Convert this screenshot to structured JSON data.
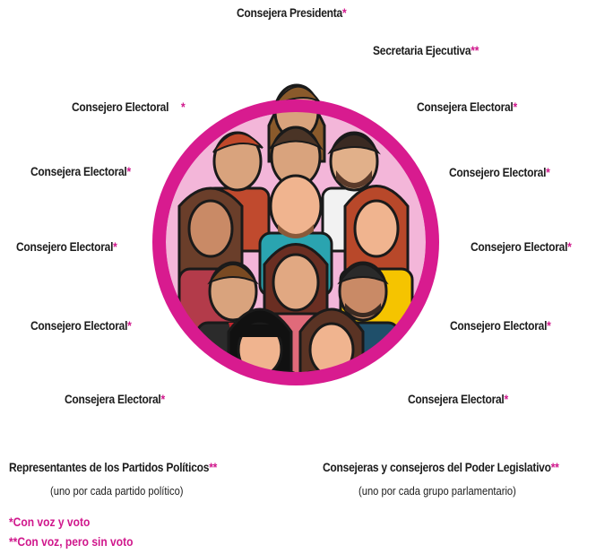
{
  "members": {
    "presidenta": {
      "label": "Consejera Presidenta",
      "mark": "*"
    },
    "secretaria": {
      "label": "Secretaria Ejecutiva",
      "mark": "**"
    },
    "left": [
      {
        "label": "Consejero Electoral",
        "mark": "*"
      },
      {
        "label": "Consejera Electoral",
        "mark": "*"
      },
      {
        "label": "Consejero Electoral",
        "mark": "*"
      },
      {
        "label": "Consejero Electoral",
        "mark": "*"
      },
      {
        "label": "Consejera Electoral",
        "mark": "*"
      }
    ],
    "right": [
      {
        "label": "Consejera Electoral",
        "mark": "*"
      },
      {
        "label": "Consejero Electoral",
        "mark": "*"
      },
      {
        "label": "Consejero Electoral",
        "mark": "*"
      },
      {
        "label": "Consejero Electoral",
        "mark": "*"
      },
      {
        "label": "Consejera Electoral",
        "mark": "*"
      }
    ]
  },
  "representatives": {
    "parties": {
      "label": "Representantes de los Partidos Políticos",
      "mark": "**",
      "note": "(uno por cada partido político)"
    },
    "legislative": {
      "label": "Consejeras y consejeros del Poder Legislativo",
      "mark": "**",
      "note": "(uno por cada grupo parlamentario)"
    }
  },
  "legend": {
    "voice_and_vote": "*Con voz y voto",
    "voice_no_vote": "**Con voz, pero sin voto"
  },
  "colors": {
    "accent": "#d0188c",
    "ring": "#d81b8f",
    "ring_fill": "#f3b6d9"
  }
}
